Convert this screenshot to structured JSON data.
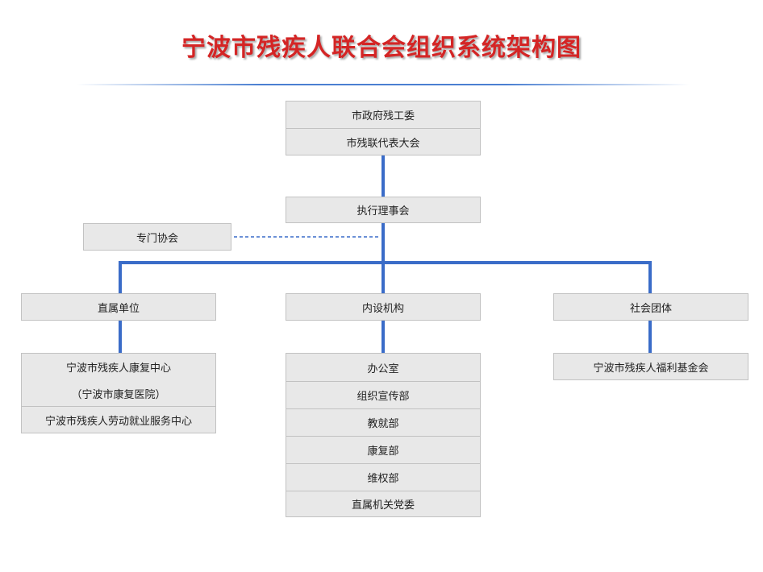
{
  "title": "宁波市残疾人联合会组织系统架构图",
  "colors": {
    "title": "#d42525",
    "connector": "#3a6cc8",
    "box_fill": "#e8e8e8",
    "box_border": "#c2c2c2"
  },
  "top_box": [
    "市政府残工委",
    "市残联代表大会"
  ],
  "executive": "执行理事会",
  "special": "专门协会",
  "branches": {
    "left": {
      "label": "直属单位",
      "units": [
        "宁波市残疾人康复中心",
        "（宁波市康复医院）",
        "宁波市残疾人劳动就业服务中心"
      ]
    },
    "middle": {
      "label": "内设机构",
      "units": [
        "办公室",
        "组织宣传部",
        "教就部",
        "康复部",
        "维权部",
        "直属机关党委"
      ]
    },
    "right": {
      "label": "社会团体",
      "units": [
        "宁波市残疾人福利基金会"
      ]
    }
  }
}
